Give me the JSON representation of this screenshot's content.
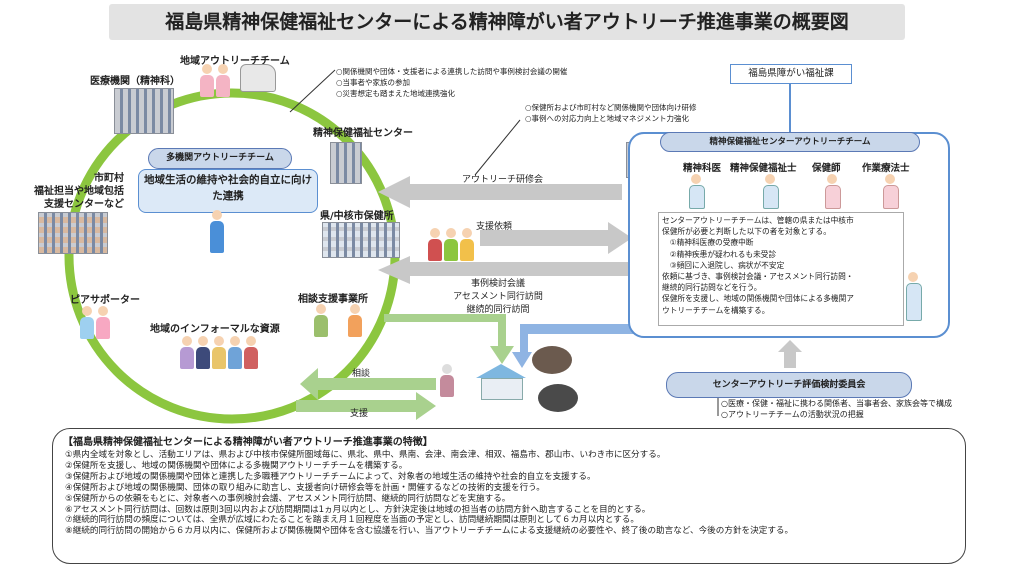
{
  "title": "福島県精神保健福祉センターによる精神障がい者アウトリーチ推進事業の概要図",
  "circle": {
    "community_team": "地域アウトリーチチーム",
    "medical": "医療機関（精神科）",
    "center": "精神保健福祉センター",
    "municipality": [
      "市町村",
      "福祉担当や地域包括",
      "支援センターなど"
    ],
    "multi_team": "多機関アウトリーチチーム",
    "multi_team_desc": "地域生活の維持や社会的自立に向けた連携",
    "health_office": "県/中核市保健所",
    "peer": "ピアサポーター",
    "consult": "相談支援事業所",
    "informal": "地域のインフォーマルな資源"
  },
  "notes_top": [
    "○関係機関や団体・支援者による連携した訪問や事例検討会議の開催",
    "○当事者や家族の参加",
    "○災害想定も踏まえた地域連携強化"
  ],
  "notes_mid": [
    "○保健所および市町村など関係機関や団体向け研修",
    "○事例への対応力向上と地域マネジメント力強化"
  ],
  "arrows": {
    "training": "アウトリーチ研修会",
    "request": "支援依頼",
    "meetings": [
      "事例検討会議",
      "アセスメント同行訪問",
      "継続的同行訪問"
    ],
    "consult": "相談",
    "support": "支援"
  },
  "pref_division": "福島県障がい福祉課",
  "center_team": {
    "title": "精神保健福祉センターアウトリーチチーム",
    "staff": [
      "精神科医",
      "精神保健福祉士",
      "保健師",
      "作業療法士"
    ],
    "desc": [
      "センターアウトリーチチームは、管轄の県または中核市",
      "保健所が必要と判断した以下の者を対象とする。",
      "　①精神科医療の受療中断",
      "　②精神疾患が疑われるも未受診",
      "　③頻回に入退院し、病状が不安定",
      "依頼に基づき、事例検討会議・アセスメント同行訪問・",
      "継続的同行訪問などを行う。",
      "保健所を支援し、地域の関係機関や団体による多機関ア",
      "ウトリーチチームを構築する。"
    ]
  },
  "eval": {
    "title": "センターアウトリーチ評価検討委員会",
    "notes": [
      "○医療・保健・福祉に携わる関係者、当事者会、家族会等で構成",
      "○アウトリーチチームの活動状況の把握"
    ]
  },
  "features": {
    "title": "【福島県精神保健福祉センターによる精神障がい者アウトリーチ推進事業の特徴】",
    "items": [
      "①県内全域を対象とし、活動エリアは、県および中核市保健所圏域毎に、県北、県中、県南、会津、南会津、相双、福島市、郡山市、いわき市に区分する。",
      "②保健所を支援し、地域の関係機関や団体による多機関アウトリーチチームを構築する。",
      "③保健所および地域の関係機関や団体と連携した多職種アウトリーチチームによって、対象者の地域生活の維持や社会的自立を支援する。",
      "④保健所および地域の関係機関、団体の取り組みに助言し、支援者向け研修会等を計画・開催するなどの技術的支援を行う。",
      "⑤保健所からの依頼をもとに、対象者への事例検討会議、アセスメント同行訪問、継続的同行訪問などを実施する。",
      "⑥アセスメント同行訪問は、回数は原則3回以内および訪問期間は1ヵ月以内とし、方針決定後は地域の担当者の訪問方針へ助言することを目的とする。",
      "⑦継続的同行訪問の頻度については、全県が広域にわたることを踏まえ月１回程度を当面の予定とし、訪問継続期間は原則として６カ月以内とする。",
      "⑧継続的同行訪問の開始から６カ月以内に、保健所および関係機関や団体を含む協議を行い、当アウトリーチチームによる支援継続の必要性や、終了後の助言など、今後の方針を決定する。"
    ]
  },
  "colors": {
    "ring": "#8cc63f",
    "arrow_gray": "#c8c8c8",
    "arrow_green": "#a9d18e",
    "arrow_blue": "#8fb4e3",
    "box_border": "#5b8fd1"
  }
}
